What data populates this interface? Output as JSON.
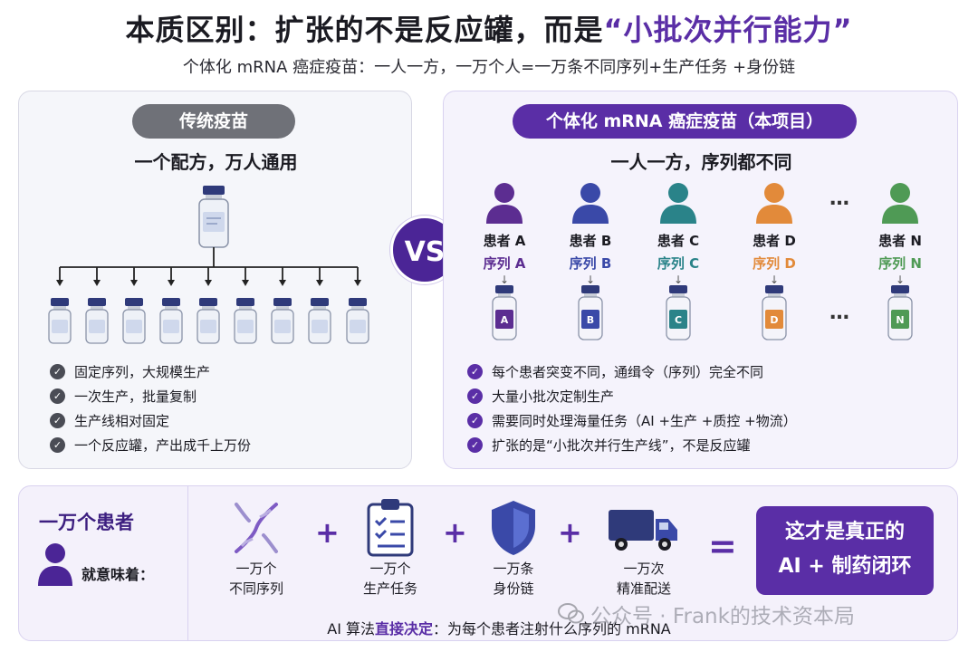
{
  "title": {
    "main": "本质区别：扩张的不是反应罐，而是",
    "highlight": "“小批次并行能力”"
  },
  "subtitle": "个体化 mRNA 癌症疫苗：一人一方，一万个人=一万条不同序列+生产任务 +身份链",
  "traditional": {
    "pill": "传统疫苗",
    "heading": "一个配方，万人通用",
    "bullets": [
      "固定序列，大规模生产",
      "一次生产，批量复制",
      "生产线相对固定",
      "一个反应罐，产出成千上万份"
    ]
  },
  "vs": "VS",
  "personalized": {
    "pill": "个体化 mRNA 癌症疫苗（本项目）",
    "heading": "一人一方，序列都不同",
    "patients": [
      {
        "name": "患者 A",
        "seq": "序列 A",
        "vial": "A",
        "color": "#5c2d91"
      },
      {
        "name": "患者 B",
        "seq": "序列 B",
        "vial": "B",
        "color": "#3a49a8"
      },
      {
        "name": "患者 C",
        "seq": "序列 C",
        "vial": "C",
        "color": "#2a8389"
      },
      {
        "name": "患者 D",
        "seq": "序列 D",
        "vial": "D",
        "color": "#e28a3a"
      },
      {
        "name": "患者 N",
        "seq": "序列 N",
        "vial": "N",
        "color": "#4f9a55"
      }
    ],
    "ellipsis": "…",
    "bullets": [
      "每个患者突变不同，通缉令（序列）完全不同",
      "大量小批次定制生产",
      "需要同时处理海量任务（AI +生产 +质控 +物流）",
      "扩张的是“小批次并行生产线”，不是反应罐"
    ]
  },
  "bottom": {
    "heading": "一万个患者",
    "means": "就意味着：",
    "items": [
      {
        "icon": "dna-icon",
        "line1": "一万个",
        "line2": "不同序列"
      },
      {
        "icon": "clipboard-icon",
        "line1": "一万个",
        "line2": "生产任务"
      },
      {
        "icon": "shield-icon",
        "line1": "一万条",
        "line2": "身份链"
      },
      {
        "icon": "truck-icon",
        "line1": "一万次",
        "line2": "精准配送"
      }
    ],
    "plus": "+",
    "equals": "=",
    "result_line1": "这才是真正的",
    "result_line2": "AI + 制药闭环",
    "foot_prefix": "AI 算法",
    "foot_emphasis": "直接决定",
    "foot_suffix": "：为每个患者注射什么序列的 mRNA"
  },
  "watermark": "公众号 · Frank的技术资本局",
  "colors": {
    "accent": "#5a2ea6",
    "grey": "#6f7178"
  }
}
